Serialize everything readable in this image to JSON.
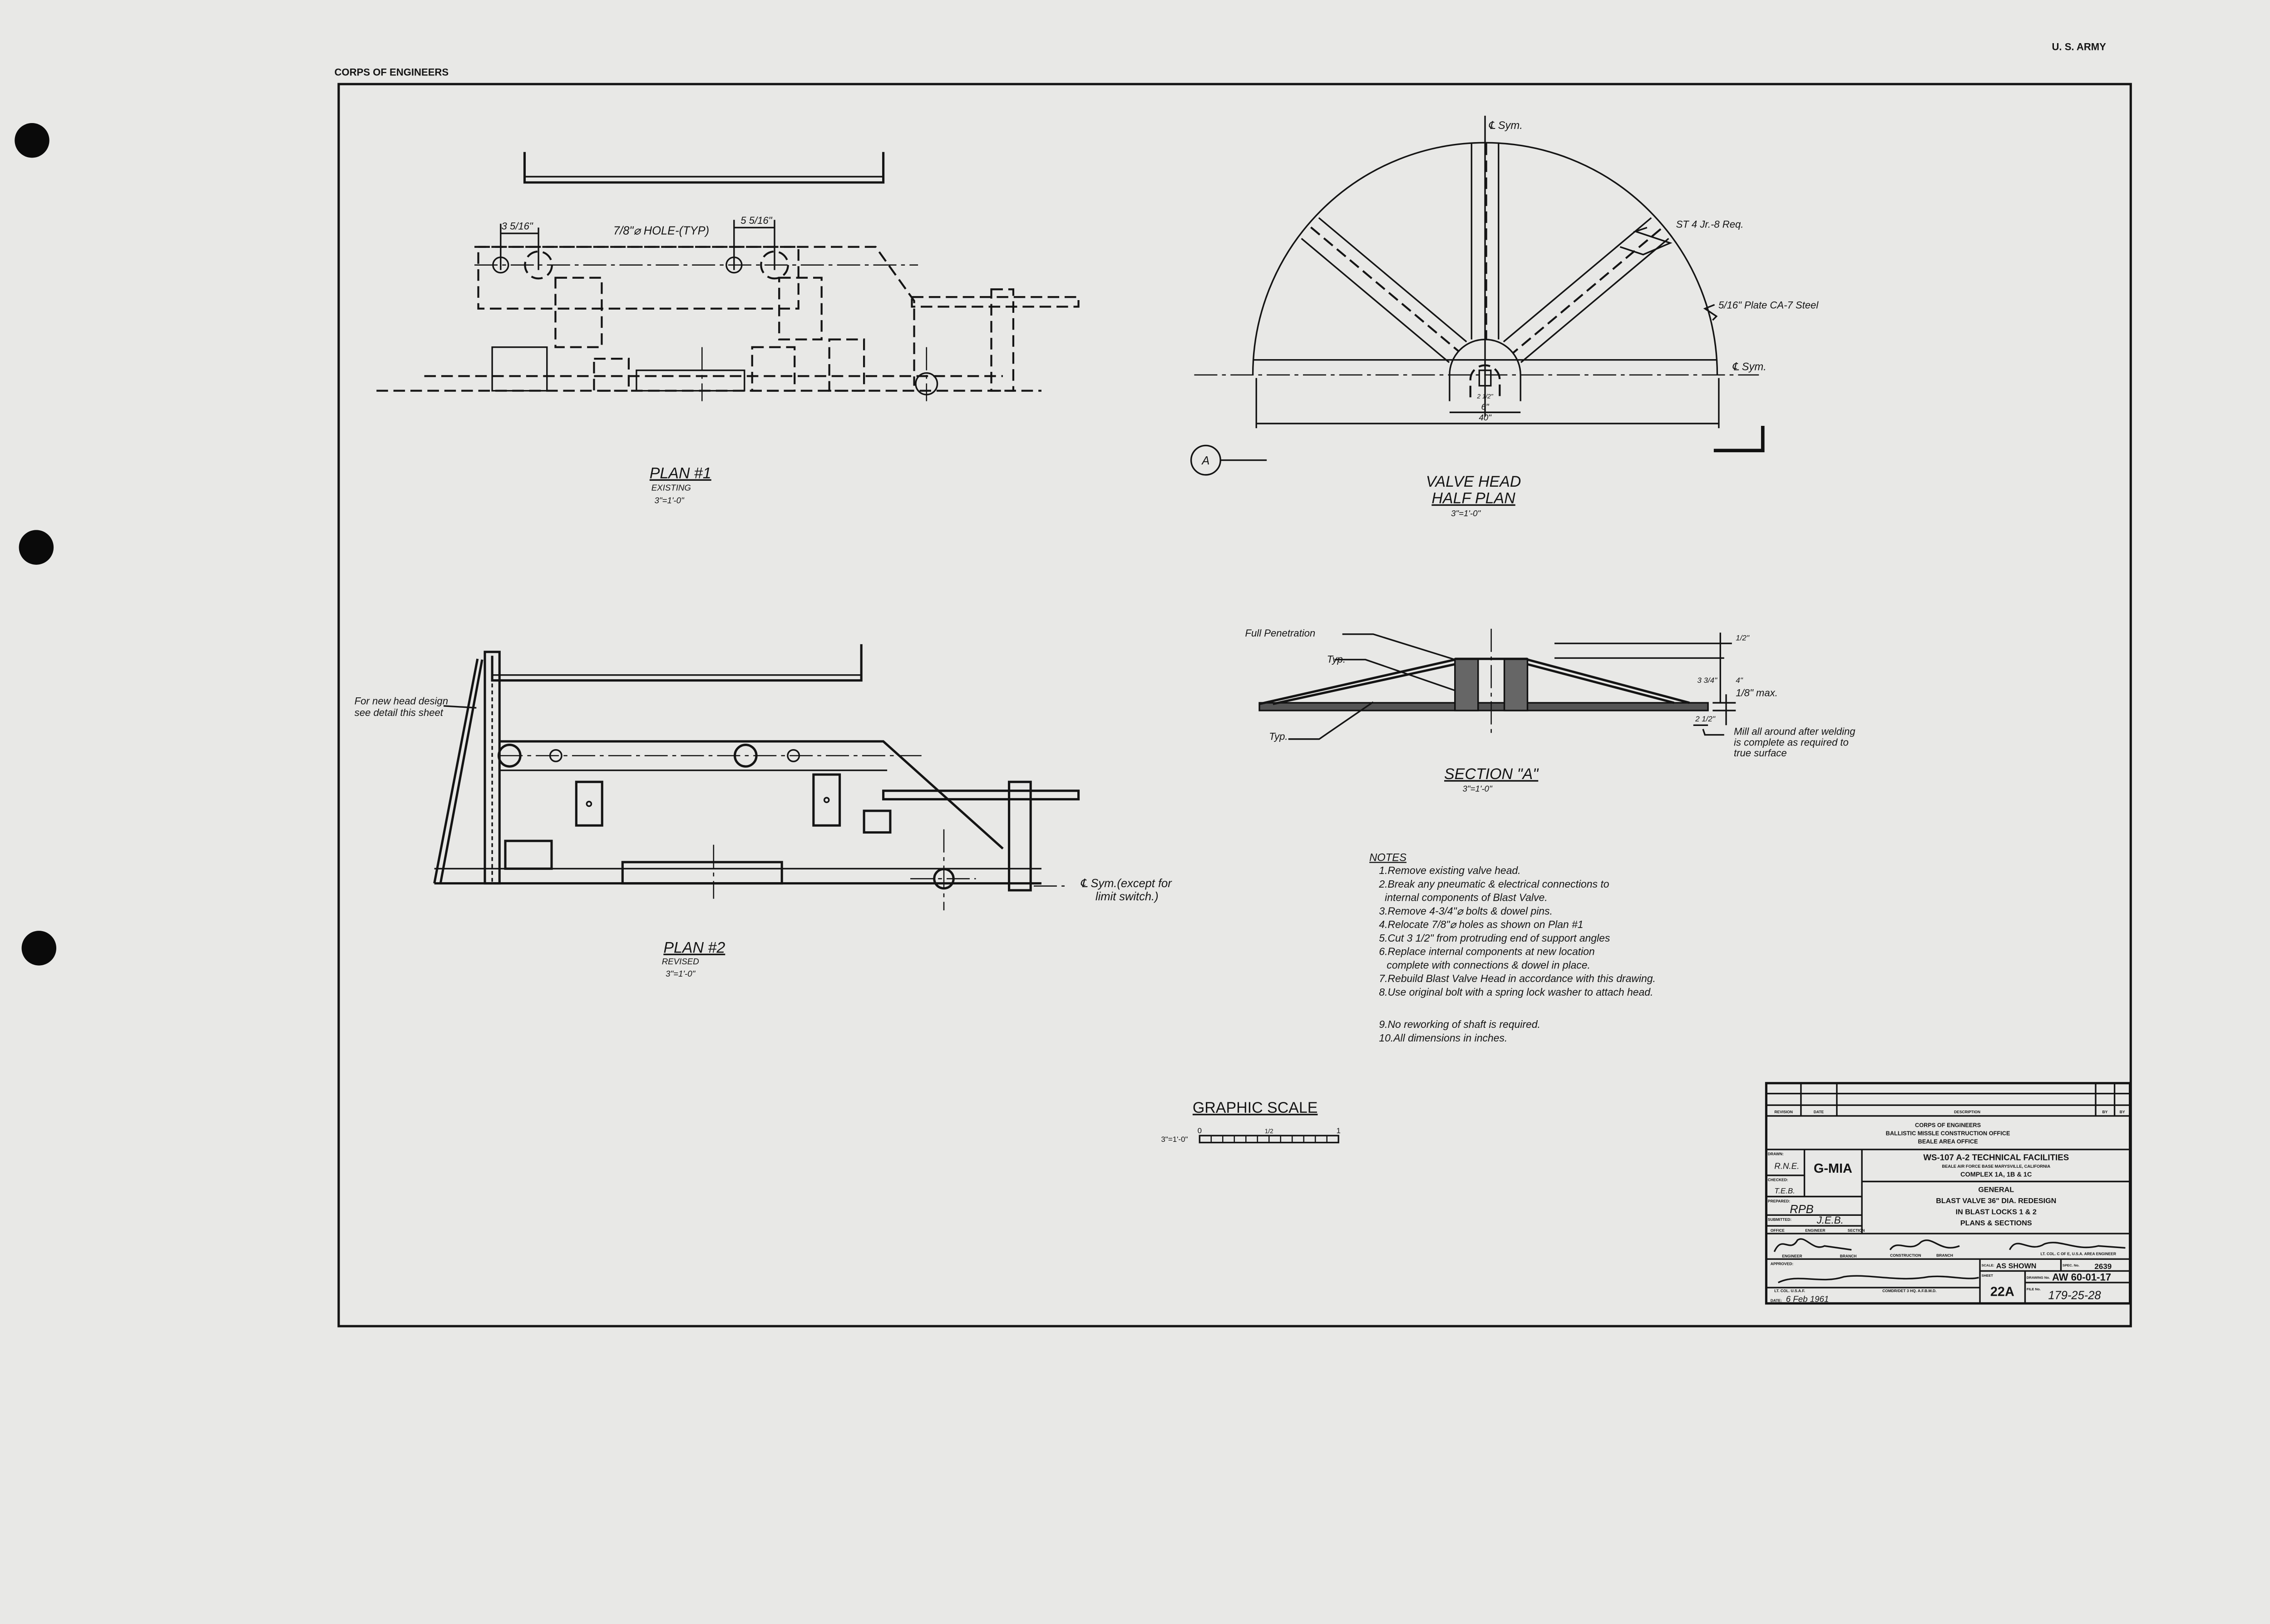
{
  "header": {
    "left": "CORPS OF ENGINEERS",
    "right": "U. S. ARMY"
  },
  "plan1": {
    "title": "PLAN #1",
    "subtitle": "EXISTING",
    "scale": "3\"=1'-0\"",
    "dim_left": "3 5/16\"",
    "dim_right": "5 5/16\"",
    "hole_note": "7/8\"⌀ HOLE-(TYP)"
  },
  "plan2": {
    "title": "PLAN #2",
    "subtitle": "REVISED",
    "scale": "3\"=1'-0\"",
    "note_lines": [
      "For new head design",
      "see detail this sheet"
    ],
    "sym_note_lines": [
      "℄ Sym.(except for",
      "limit switch.)"
    ]
  },
  "valve_head": {
    "title": "VALVE HEAD",
    "subtitle": "HALF PLAN",
    "scale": "3\"=1'-0\"",
    "cl_top": "℄ Sym.",
    "cl_right": "℄ Sym.",
    "stiffener": "ST 4 Jr.-8 Req.",
    "plate": "5/16\" Plate CA-7 Steel",
    "dim_bore": "2 1/2\"",
    "dim_hub": "6\"",
    "dim_overall": "40\"",
    "section_marker": "A"
  },
  "section_a": {
    "title": "SECTION \"A\"",
    "scale": "3\"=1'-0\"",
    "weld_full": "Full Penetration",
    "typ_upper": "Typ.",
    "typ_lower": "Typ.",
    "dim_top": "1/2\"",
    "dim_h1": "3 3/4\"",
    "dim_h2": "4\"",
    "dim_max": "1/8\" max.",
    "dim_edge": "2 1/2\"",
    "mill_lines": [
      "Mill all around after welding",
      "is complete as required to",
      "true surface"
    ]
  },
  "notes": {
    "title": "NOTES",
    "items": [
      "1.Remove existing valve head.",
      "2.Break any pneumatic & electrical connections to",
      "internal components of Blast Valve.",
      "3.Remove 4-3/4\"⌀ bolts & dowel pins.",
      "4.Relocate 7/8\"⌀ holes as shown on Plan #1",
      "5.Cut 3 1/2\" from protruding end of support angles",
      "6.Replace internal components at new location",
      "complete with connections & dowel in place.",
      "7.Rebuild Blast Valve Head in accordance with this drawing.",
      "8.Use original bolt with a spring lock washer to attach head."
    ],
    "items_extra": [
      "9.No reworking of shaft is required.",
      "10.All dimensions in inches."
    ]
  },
  "graphic_scale": {
    "title": "GRAPHIC SCALE",
    "ratio": "3\"=1'-0\"",
    "ticks": [
      "0",
      "1/2",
      "1"
    ]
  },
  "title_block": {
    "rev_headers": [
      "REVISION",
      "DATE",
      "DESCRIPTION",
      "BY",
      "BY"
    ],
    "office_lines": [
      "CORPS OF ENGINEERS",
      "BALLISTIC MISSLE CONSTRUCTION OFFICE",
      "BEALE AREA OFFICE"
    ],
    "drawn_label": "DRAWN:",
    "drawn": "R.N.E.",
    "checked_label": "CHECKED:",
    "checked": "T.E.B.",
    "code": "G-MIA",
    "prepared_label": "PREPARED:",
    "prepared": "RPB",
    "submitted_label": "SUBMITTED:",
    "submitted": "J.E.B.",
    "office_row": [
      "OFFICE",
      "ENGINEER",
      "SECTION"
    ],
    "project_lines": [
      "WS-107 A-2 TECHNICAL FACILITIES",
      "BEALE AIR FORCE BASE MARYSVILLE, CALIFORNIA",
      "COMPLEX 1A, 1B & 1C"
    ],
    "title_lines": [
      "GENERAL",
      "BLAST VALVE 36\" DIA. REDESIGN",
      "IN BLAST LOCKS 1 & 2",
      "PLANS & SECTIONS"
    ],
    "sig_captions": [
      "ENGINEER",
      "BRANCH",
      "CONSTRUCTION",
      "BRANCH",
      "LT. COL. C OF E, U.S.A. AREA ENGINEER"
    ],
    "approved_label": "APPROVED:",
    "approved_captions": [
      "LT. COL. U.S.A.F.",
      "COMDR/DET 3 HQ. A.F.B.M.D."
    ],
    "date_label": "DATE:",
    "date": "6 Feb 1961",
    "scale_label": "SCALE:",
    "scale": "AS SHOWN",
    "spec_label": "SPEC. No.",
    "spec": "2639",
    "drawing_label": "DRAWING No.",
    "drawing": "AW 60-01-17",
    "sheet_label": "SHEET",
    "sheet": "22A",
    "file_label": "FILE No.",
    "file": "179-25-28"
  }
}
